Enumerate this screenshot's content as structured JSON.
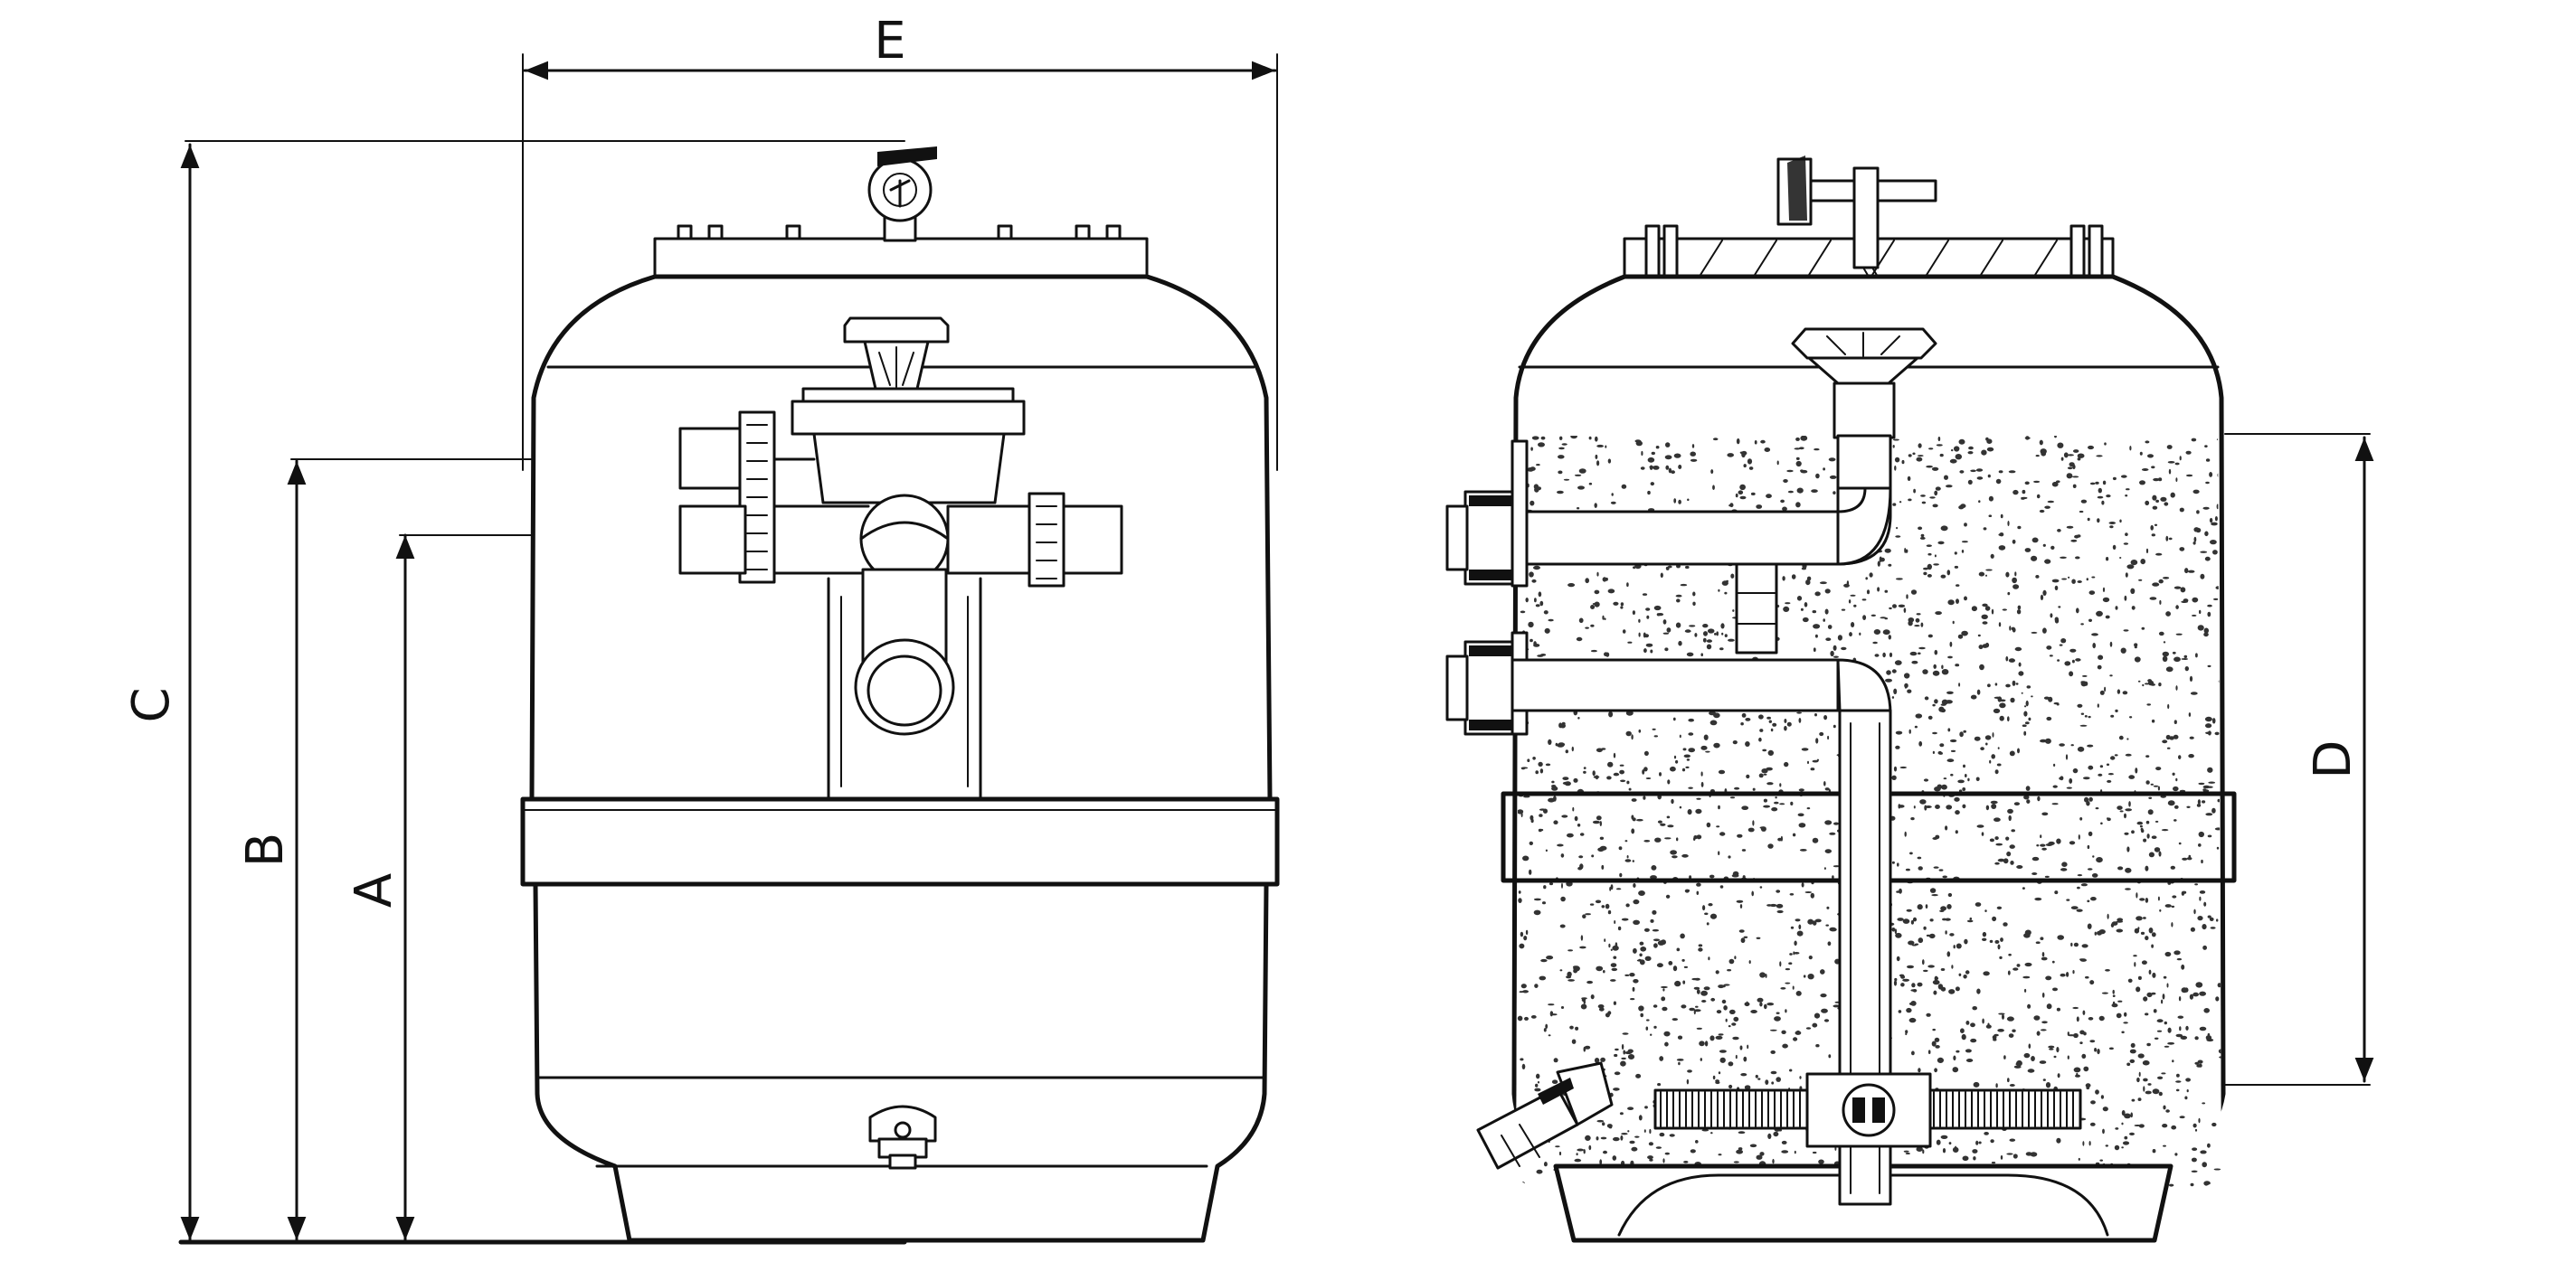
{
  "dimensions": {
    "A": "A",
    "B": "B",
    "C": "C",
    "D": "D",
    "E": "E"
  },
  "colors": {
    "line": "#111111",
    "background": "#ffffff",
    "media": "#333333"
  }
}
